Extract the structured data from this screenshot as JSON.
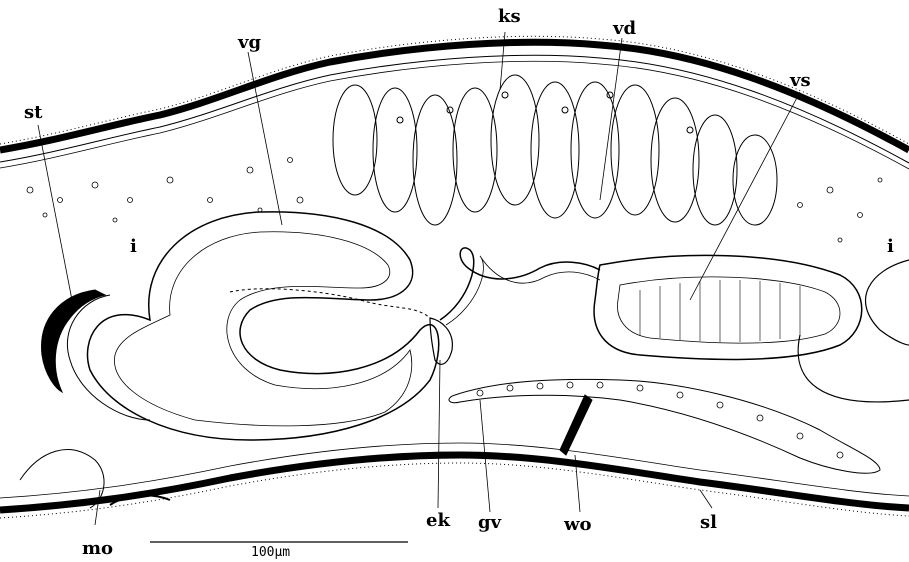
{
  "labels": {
    "ks": "ks",
    "vd": "vd",
    "vg": "vg",
    "vs": "vs",
    "st": "st",
    "i_left": "i",
    "i_right": "i",
    "ek": "ek",
    "gv": "gv",
    "wo": "wo",
    "sl": "sl",
    "mo": "mo"
  },
  "scale_bar": {
    "label": "100µm"
  },
  "colors": {
    "ink": "#000000",
    "paper": "#ffffff"
  }
}
